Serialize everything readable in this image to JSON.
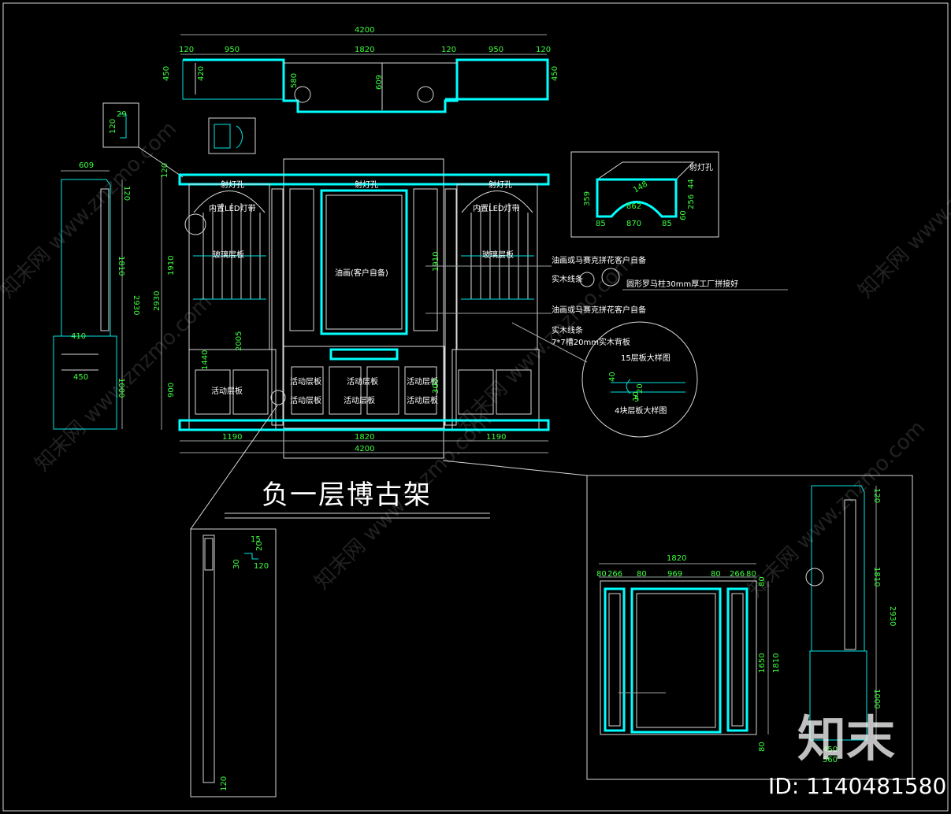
{
  "drawing": {
    "title": "负一层博古架",
    "watermark_logo": "知末",
    "id_label": "ID: 1140481580",
    "watermark_text": "知末网 www.znzmo.com"
  },
  "top_plan": {
    "overall": "4200",
    "segments": [
      "120",
      "950",
      "1820",
      "120",
      "950",
      "120"
    ],
    "left_depth": "450",
    "left_inner": "420",
    "mid_a": "580",
    "mid_b": "609",
    "right_depth": "450"
  },
  "side_view": {
    "width": "609",
    "top": "120",
    "upper": "1810",
    "total": "2930",
    "counter_width": "410",
    "counter_depth": "450",
    "base": "1000"
  },
  "detail_small": {
    "d1": "29",
    "d2": "120"
  },
  "front": {
    "top": "120",
    "left_height": "1910",
    "left_total": "2930",
    "left_base": "900",
    "left_cab": "1440",
    "center_cab": "2005",
    "right_mid": "1910",
    "right_cab": "300",
    "bottom_left": "1190",
    "bottom_mid": "1820",
    "bottom_right": "1190",
    "bottom_total": "4200",
    "top_light_left": "射灯孔",
    "top_light_mid": "射灯孔",
    "top_light_right": "射灯孔",
    "led_left": "内置LED灯带",
    "led_right": "内置LED灯带",
    "shelf_left": "玻璃层板",
    "shelf_right": "玻璃层板",
    "painting": "油画(客户自备)",
    "movable": "活动层板"
  },
  "notes": [
    "油画或马赛克拼花客户自备",
    "实木线条",
    "圆形罗马柱30mm厚工厂拼接好",
    "油画或马赛克拼花客户自备",
    "实木线条",
    "7*7槽20mm实木背板"
  ],
  "arch_detail": {
    "label": "射灯孔",
    "h": "359",
    "w1": "85",
    "w2": "870",
    "w3": "85",
    "r": "862",
    "a": "148",
    "b": "60",
    "c": "256",
    "d": "44"
  },
  "circle_detail": {
    "top_label": "15层板大样图",
    "bottom_label": "4块层板大样图",
    "n1": "40",
    "n2": "20",
    "n3": "5",
    "n4": "10"
  },
  "pilaster_detail": {
    "a": "15",
    "b": "20",
    "c": "30",
    "d": "120",
    "e": "120"
  },
  "elevation2": {
    "width": "1820",
    "segs": [
      "80",
      "266",
      "80",
      "969",
      "80",
      "266",
      "80"
    ],
    "right1": "80",
    "right2": "1650",
    "right3": "1810",
    "right4": "80"
  },
  "side2": {
    "top": "120",
    "upper": "1810",
    "total": "2930",
    "base": "1000",
    "d1": "450",
    "d2": "560"
  }
}
